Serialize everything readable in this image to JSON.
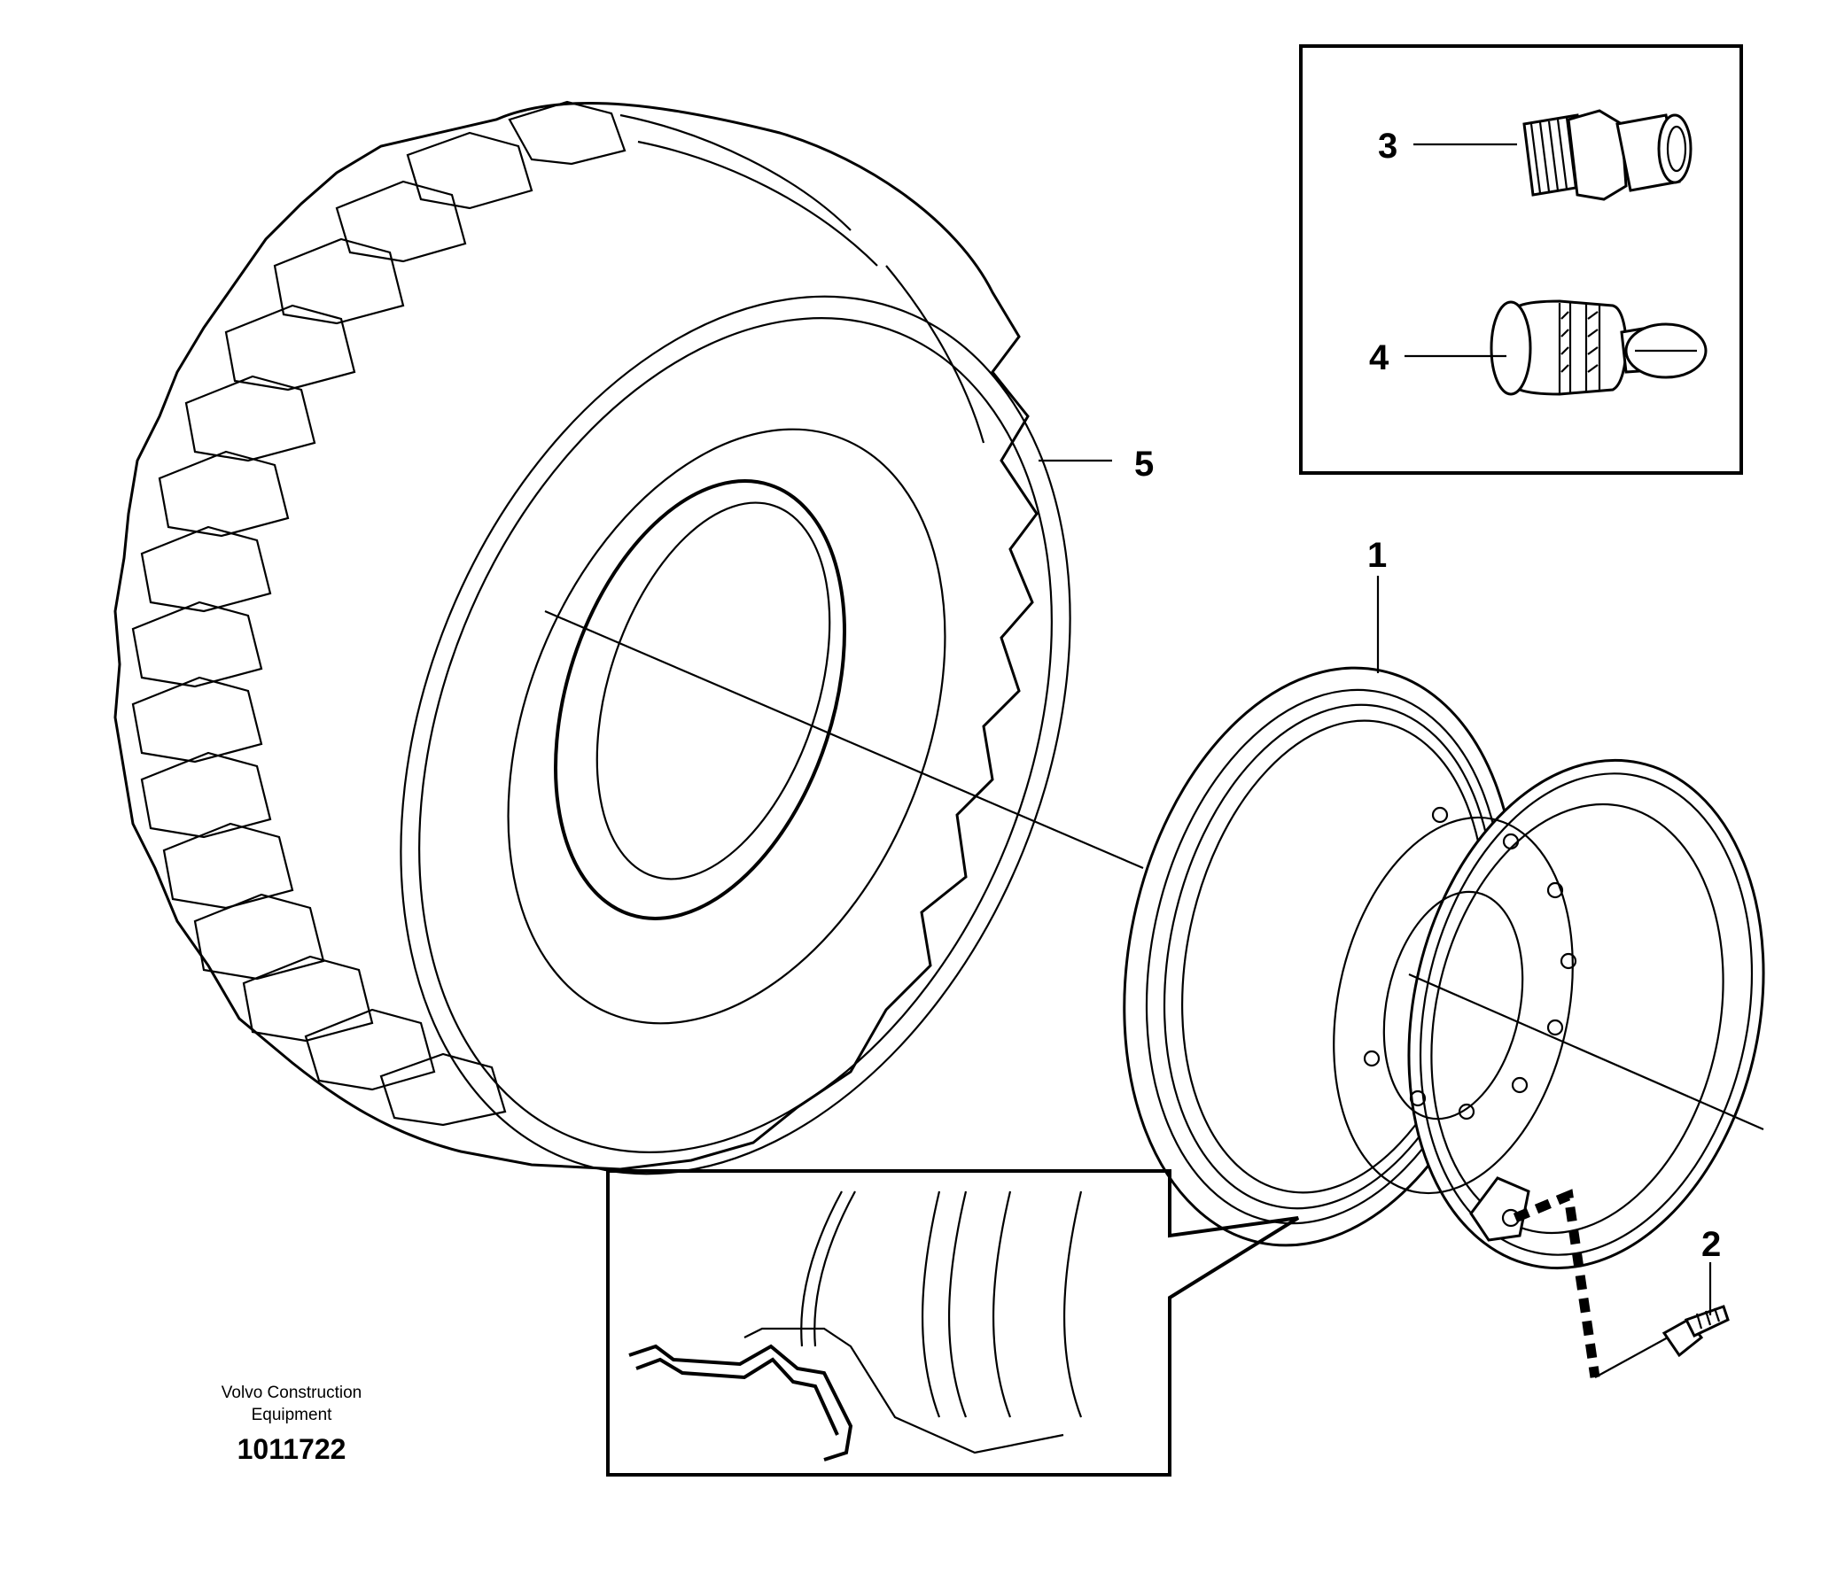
{
  "callouts": {
    "one": "1",
    "two": "2",
    "three": "3",
    "four": "4",
    "five": "5"
  },
  "manufacturer": "Volvo Construction",
  "manufacturer_line2": "Equipment",
  "drawing_number": "1011722",
  "colors": {
    "line": "#000000",
    "background": "#ffffff"
  }
}
